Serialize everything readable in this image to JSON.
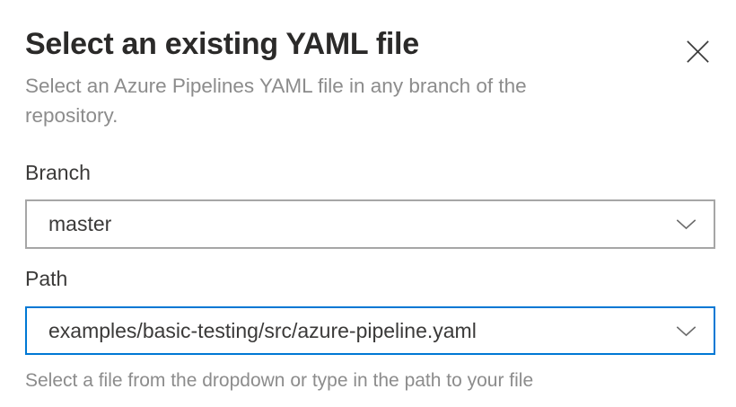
{
  "dialog": {
    "title": "Select an existing YAML file",
    "subtitle": "Select an Azure Pipelines YAML file in any branch of the repository."
  },
  "form": {
    "branch": {
      "label": "Branch",
      "value": "master"
    },
    "path": {
      "label": "Path",
      "value": "examples/basic-testing/src/azure-pipeline.yaml",
      "helper": "Select a file from the dropdown or type in the path to your file"
    }
  },
  "icons": {
    "close": "close-icon",
    "dropdown": "chevron-down-icon"
  },
  "colors": {
    "accent": "#0078d4",
    "border_gray": "#a6a6a6",
    "text_primary": "#2b2a29",
    "text_label": "#3b3a39",
    "text_secondary": "#8c8c8c"
  }
}
